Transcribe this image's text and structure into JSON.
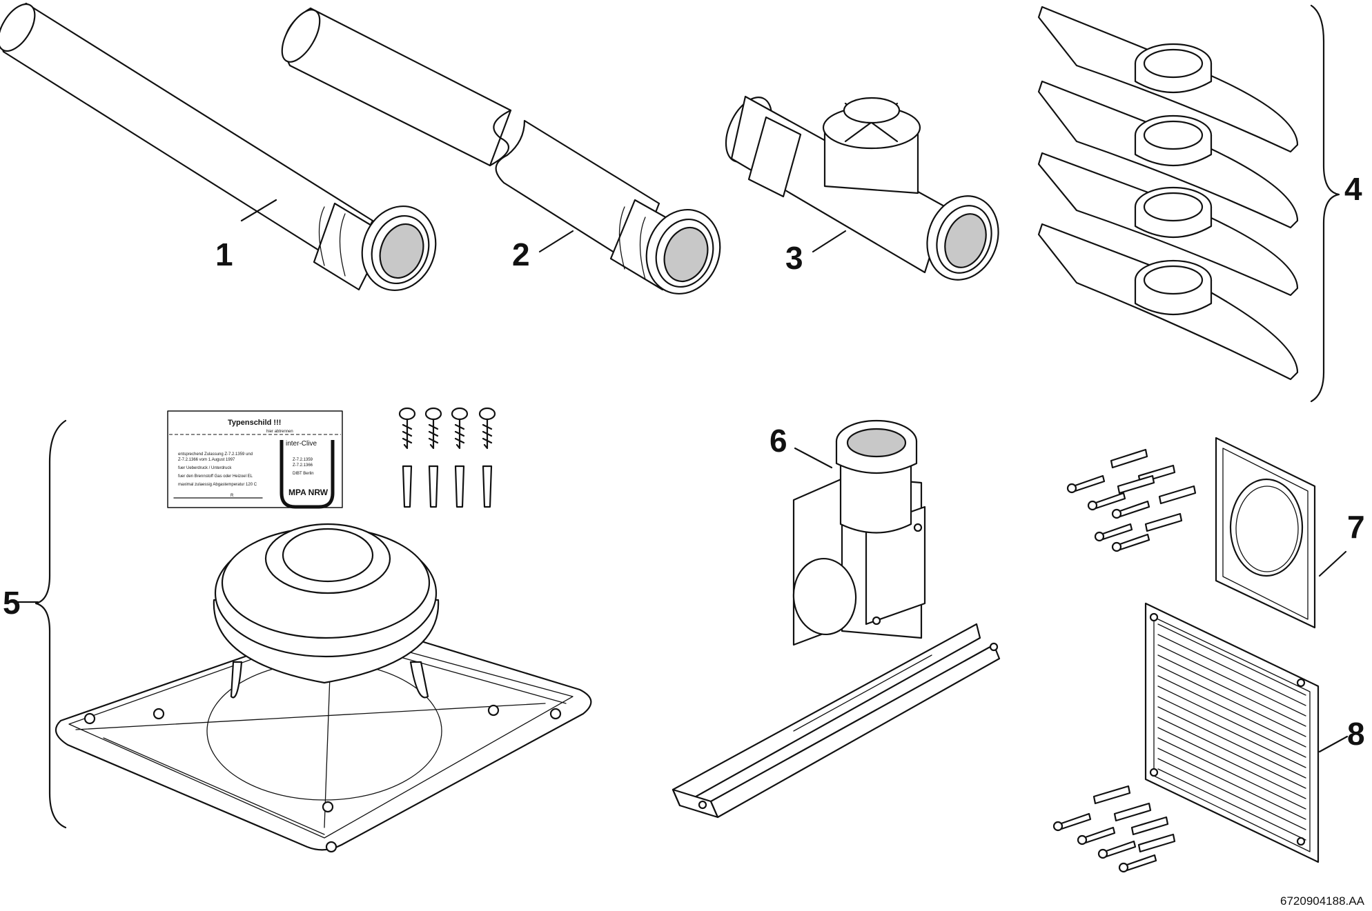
{
  "parts": [
    {
      "number": "1"
    },
    {
      "number": "2"
    },
    {
      "number": "3"
    },
    {
      "number": "4"
    },
    {
      "number": "5"
    },
    {
      "number": "6"
    },
    {
      "number": "7"
    },
    {
      "number": "8"
    }
  ],
  "type_plate": {
    "title": "Typenschild !!!",
    "tear_note": "hier abtrennen",
    "lines": [
      "entsprechend Zulassung Z-7.2.1359 und",
      "Z-7.2.1366 vom 1.August 1997",
      "fuer Ueberdruck / Unterdruck",
      "fuer den Brennstoff Gas oder Heizoel EL",
      "maximal zulaessig Abgastemperatur 120 C"
    ],
    "signature_mark": "R",
    "brand": "inter-Clive",
    "approvals": [
      "Z-7.2.1359",
      "Z-7.2.1366",
      "DIBT Berlin"
    ],
    "authority": "MPA NRW"
  },
  "reference_code": "6720904188.AA"
}
